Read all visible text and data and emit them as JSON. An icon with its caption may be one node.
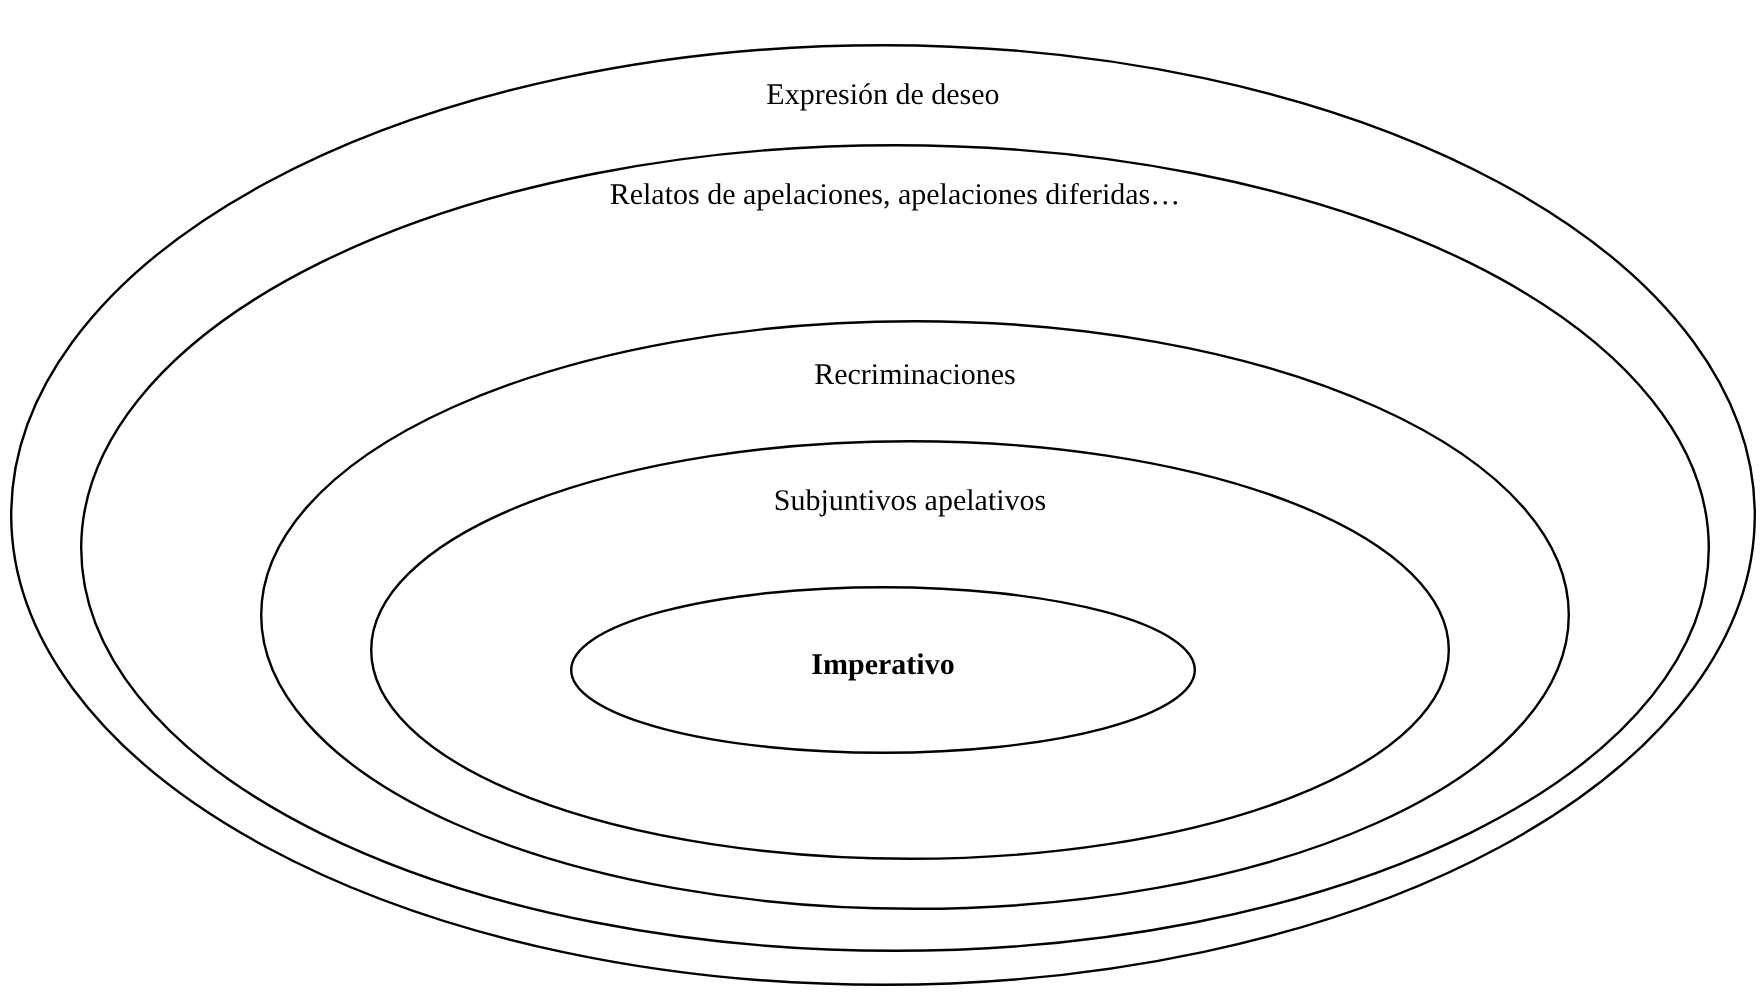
{
  "diagram": {
    "nodes": [
      {
        "text": [
          "Expresión de deseo"
        ]
      },
      {
        "text": [
          "Relatos de apelaciones, apelaciones diferidas…"
        ],
        "in": 0
      },
      {
        "text": [
          "Recriminaciones"
        ],
        "in": 1
      },
      {
        "text": [
          "Subjuntivos apelativos"
        ],
        "in": 2
      },
      {
        "text": [
          "Imperativo"
        ],
        "in": 3
      }
    ]
  }
}
